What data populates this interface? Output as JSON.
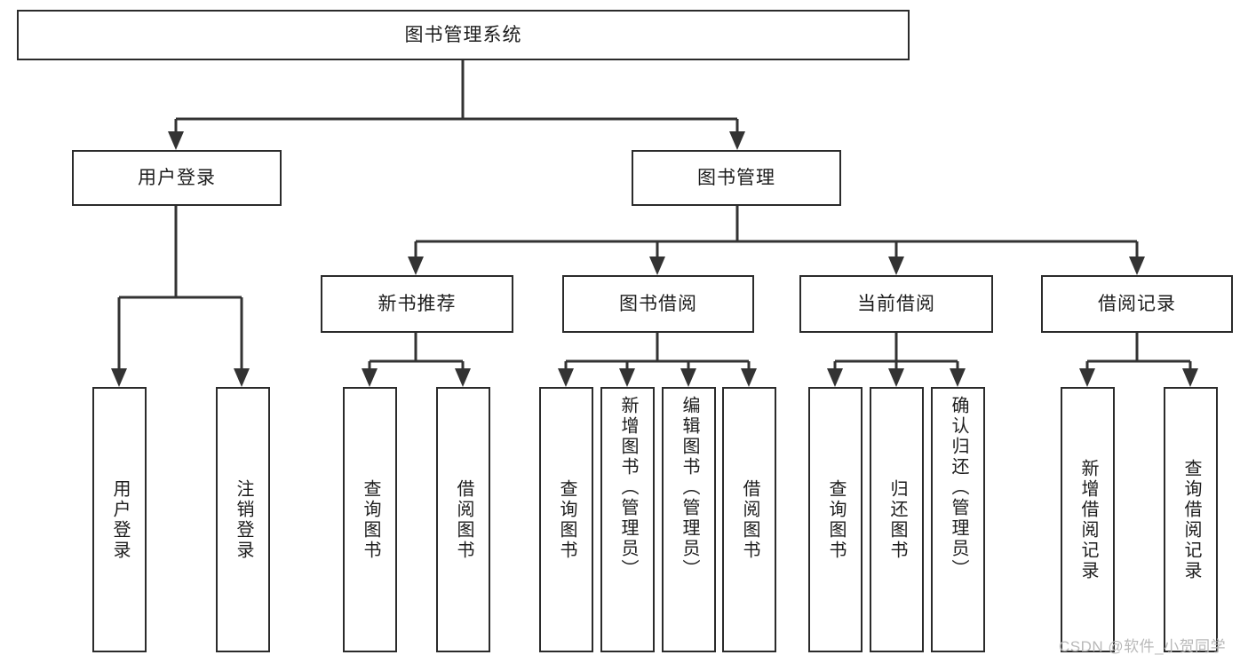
{
  "diagram": {
    "type": "tree",
    "title": "图书管理系统",
    "root": {
      "label": "图书管理系统"
    },
    "level2": [
      {
        "label": "用户登录"
      },
      {
        "label": "图书管理"
      }
    ],
    "level3": [
      {
        "label": "新书推荐"
      },
      {
        "label": "图书借阅"
      },
      {
        "label": "当前借阅"
      },
      {
        "label": "借阅记录"
      }
    ],
    "leaves": {
      "user_login": [
        {
          "label": "用户登录"
        },
        {
          "label": "注销登录"
        }
      ],
      "new_book_recommend": [
        {
          "label": "查询图书"
        },
        {
          "label": "借阅图书"
        }
      ],
      "book_borrow": [
        {
          "label": "查询图书"
        },
        {
          "label": "新增图书（管理员）"
        },
        {
          "label": "编辑图书（管理员）"
        },
        {
          "label": "借阅图书"
        }
      ],
      "current_borrow": [
        {
          "label": "查询图书"
        },
        {
          "label": "归还图书"
        },
        {
          "label": "确认归还（管理员）"
        }
      ],
      "borrow_record": [
        {
          "label": "新增借阅记录"
        },
        {
          "label": "查询借阅记录"
        }
      ]
    }
  },
  "watermark": {
    "text": "CSDN @软件_小贺同学"
  },
  "colors": {
    "border": "#2b2b2b",
    "wire": "#333333",
    "background": "#ffffff",
    "text": "#1d1d1d",
    "watermark": "#b9b9b9"
  }
}
